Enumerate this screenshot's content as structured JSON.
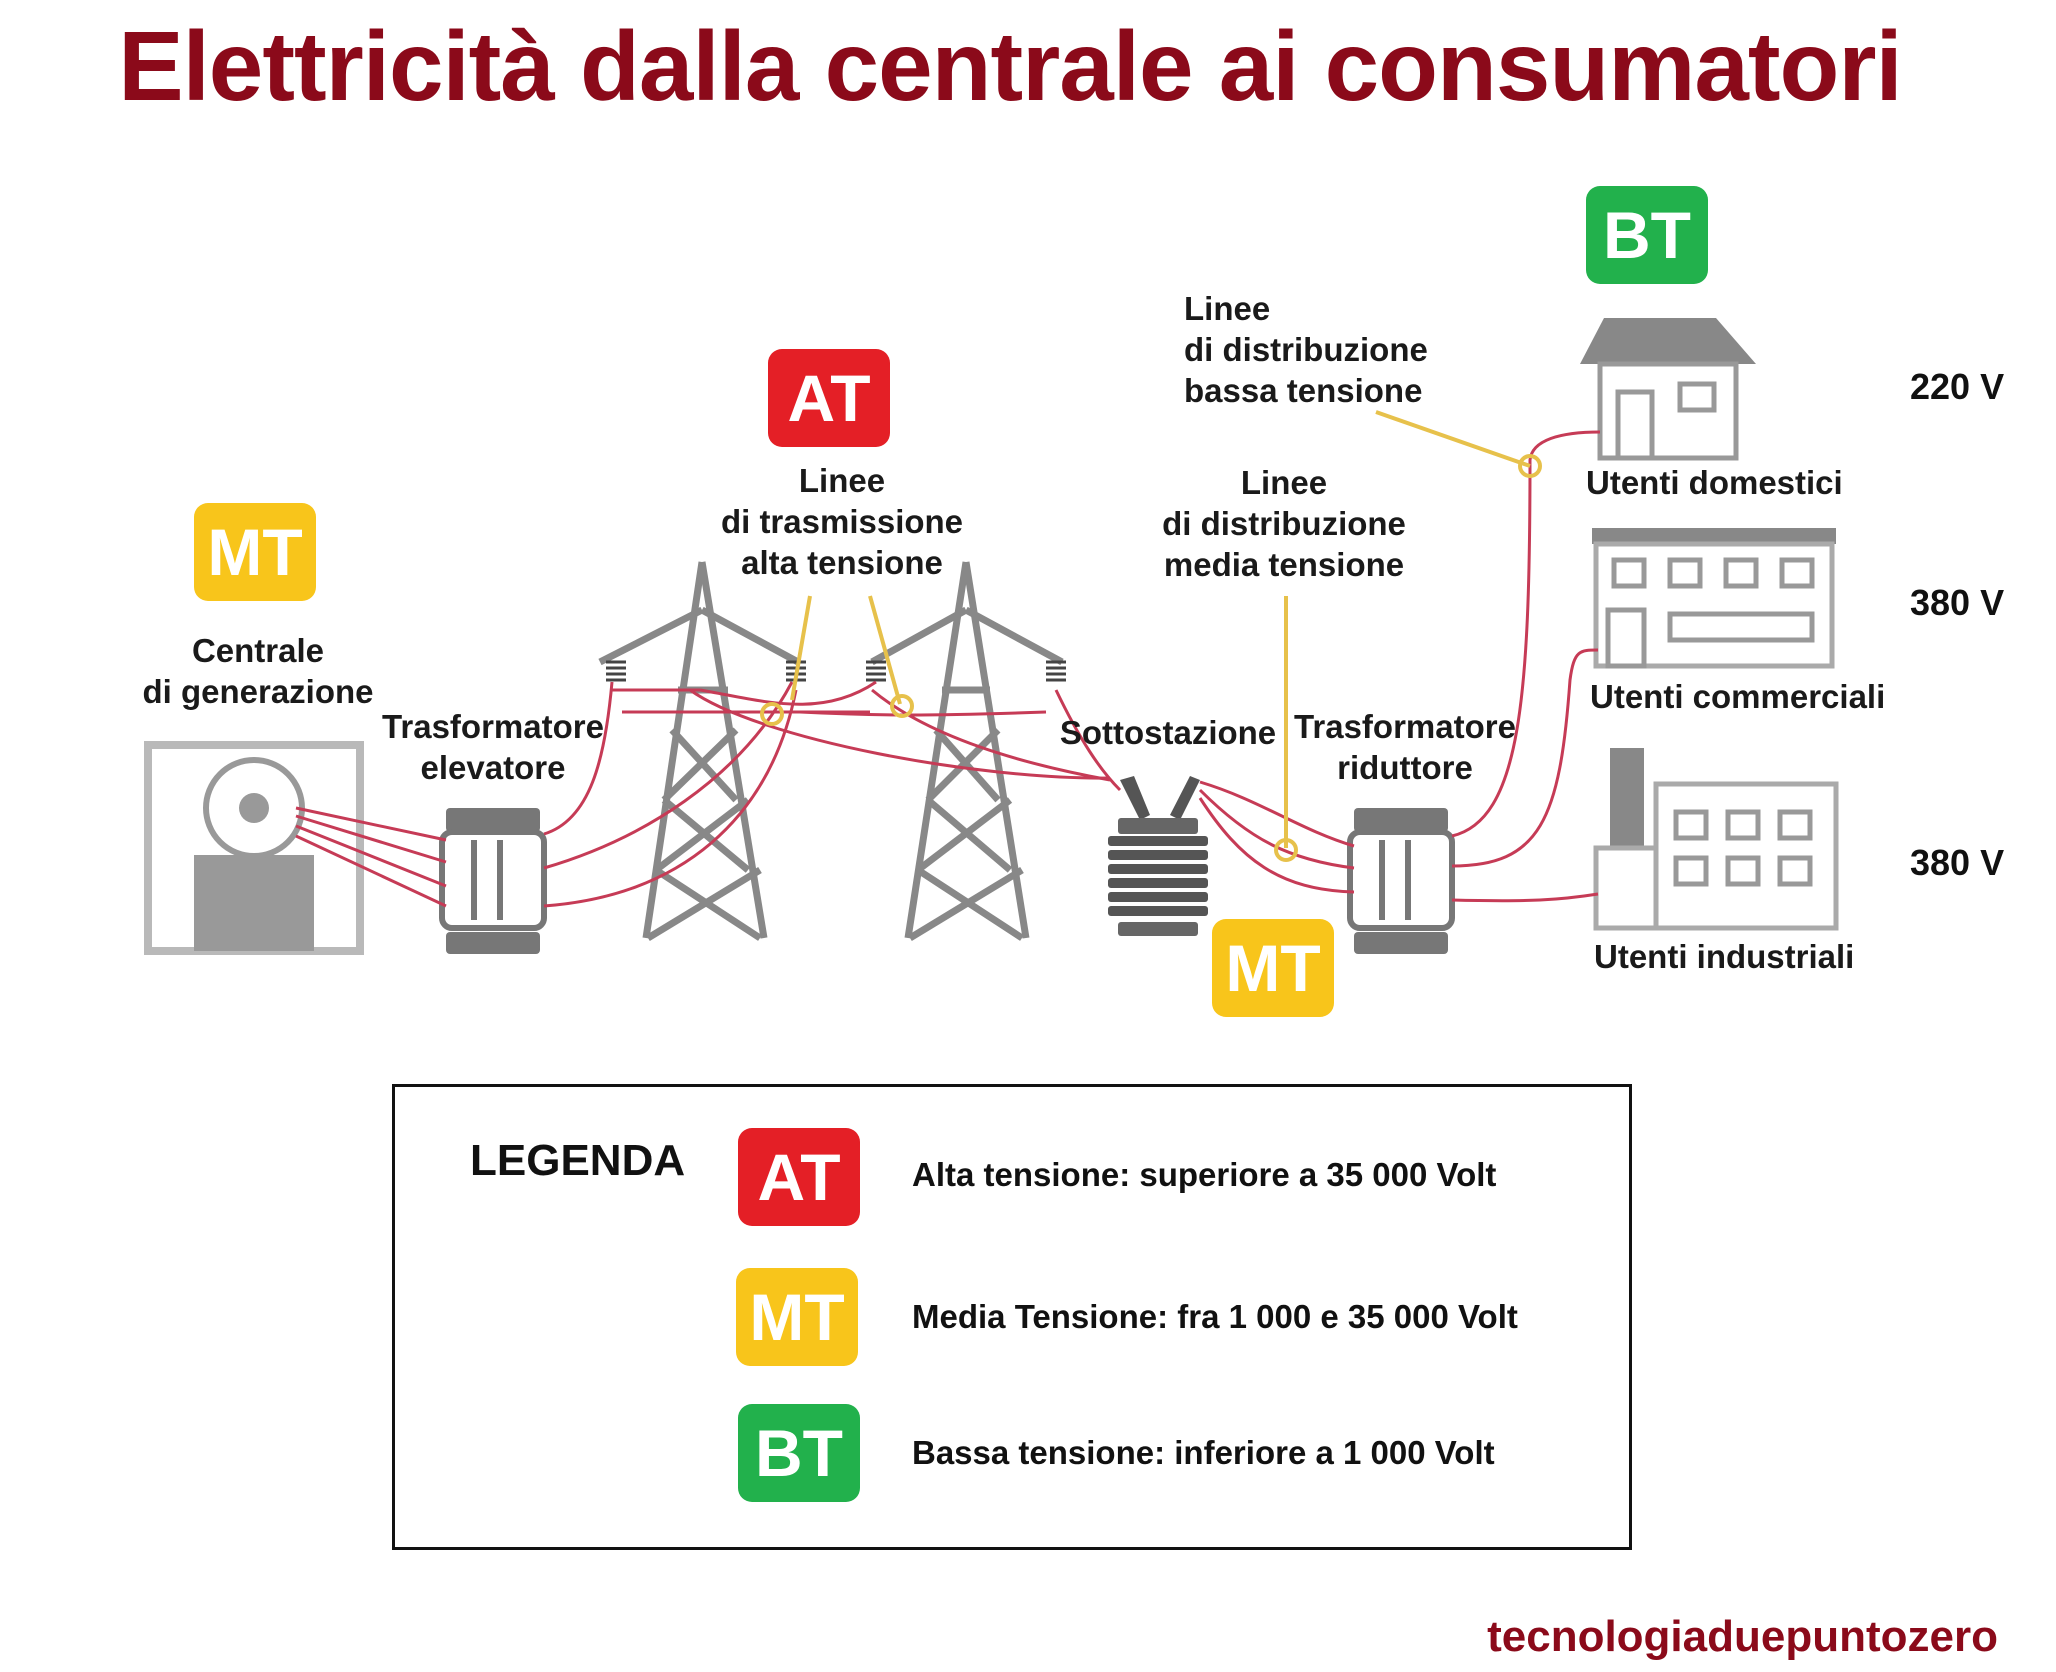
{
  "title": "Elettricità dalla centrale ai consumatori",
  "colors": {
    "title": "#8b0a1a",
    "AT": "#e41f26",
    "MT": "#f8c51b",
    "BT": "#22b14c",
    "wire": "#c63b56",
    "pointer": "#e7c14b"
  },
  "badges": {
    "AT": "AT",
    "MT": "MT",
    "BT": "BT"
  },
  "labels": {
    "centrale": "Centrale\ndi generazione",
    "trasf_elevatore": "Trasformatore\nelevatore",
    "linee_at": "Linee\ndi trasmissione\nalta tensione",
    "linee_mt": "Linee\ndi distribuzione\nmedia tensione",
    "linee_bt": "Linee\ndi distribuzione\nbassa tensione",
    "sottostazione": "Sottostazione",
    "trasf_riduttore": "Trasformatore\nriduttore",
    "utenti_domestici": "Utenti domestici",
    "utenti_commerciali": "Utenti commerciali",
    "utenti_industriali": "Utenti industriali"
  },
  "voltages": {
    "domestici": "220 V",
    "commerciali": "380 V",
    "industriali": "380 V"
  },
  "legend": {
    "title": "LEGENDA",
    "items": [
      {
        "badge": "AT",
        "text": "Alta tensione: superiore a  35 000  Volt"
      },
      {
        "badge": "MT",
        "text": "Media Tensione: fra 1 000 e 35 000 Volt"
      },
      {
        "badge": "BT",
        "text": "Bassa tensione: inferiore a 1 000 Volt"
      }
    ]
  },
  "footer": "tecnologiaduepuntozero"
}
